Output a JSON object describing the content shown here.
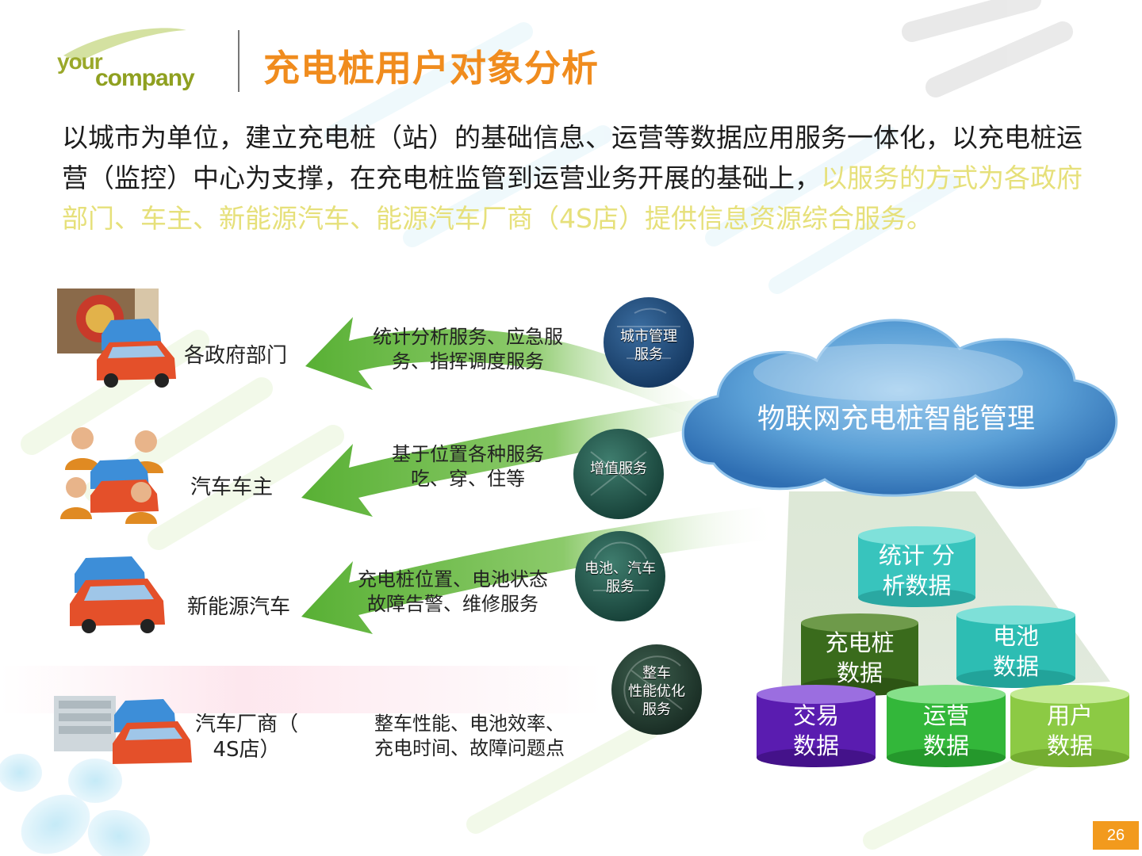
{
  "header": {
    "logo_top": "your",
    "logo_bottom": "company",
    "title": "充电桩用户对象分析"
  },
  "intro": {
    "text_main": "以城市为单位，建立充电桩（站）的基础信息、运营等数据应用服务一体化，以充电桩运营（监控）中心为支撑，在充电桩监管到运营业务开展的基础上，",
    "text_highlight": "以服务的方式为各政府部门、车主、新能源汽车、能源汽车厂商（4S店）提供信息资源综合服务。"
  },
  "users": [
    {
      "label": "各政府部门",
      "service": [
        "统计分析服务、应急服",
        "务、指挥调度服务"
      ],
      "circle": [
        "城市管理",
        "服务"
      ]
    },
    {
      "label": "汽车车主",
      "service": [
        "基于位置各种服务",
        "吃、穿、住等"
      ],
      "circle": [
        "增值服务"
      ]
    },
    {
      "label": "新能源汽车",
      "service": [
        "充电桩位置、电池状态",
        "故障告警、维修服务"
      ],
      "circle": [
        "电池、汽车",
        "服务"
      ]
    },
    {
      "label_line1": "汽车厂商（",
      "label_line2": "4S店）",
      "service": [
        "整车性能、电池效率、",
        "充电时间、故障问题点"
      ],
      "circle": [
        "整车",
        "性能优化",
        "服务"
      ]
    }
  ],
  "cloud": {
    "title": "物联网充电桩智能管理"
  },
  "databases": [
    {
      "line1": "统计 分",
      "line2": "析数据",
      "color": "#3cc6c0"
    },
    {
      "line1": "充电桩",
      "line2": "数据",
      "color": "#3b6e1d"
    },
    {
      "line1": "电池",
      "line2": "数据",
      "color": "#2fc0b5"
    },
    {
      "line1": "交易",
      "line2": "数据",
      "color": "#5a1db0"
    },
    {
      "line1": "运营",
      "line2": "数据",
      "color": "#34b83c"
    },
    {
      "line1": "用户",
      "line2": "数据",
      "color": "#8ccb45"
    }
  ],
  "page_number": "26",
  "colors": {
    "title": "#f08c1e",
    "highlight": "#e6e07a",
    "arrow": "#5db33a",
    "cloud": "#3f86c7"
  }
}
